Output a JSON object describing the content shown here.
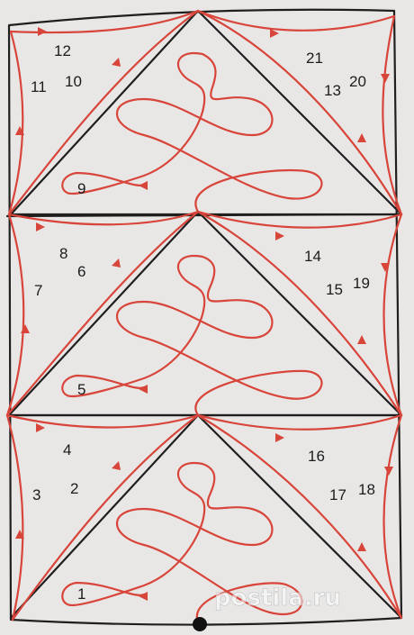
{
  "figure": {
    "step_labels": [
      "1",
      "2",
      "3",
      "4",
      "5",
      "6",
      "7",
      "8",
      "9",
      "10",
      "11",
      "12",
      "13",
      "14",
      "15",
      "16",
      "17",
      "18",
      "19",
      "20",
      "21"
    ],
    "watermark": "postila.ru",
    "colors": {
      "background": "#e9e7e6",
      "outline": "#1f1f1f",
      "path": "#d8453a",
      "start_dot": "#111111"
    }
  }
}
